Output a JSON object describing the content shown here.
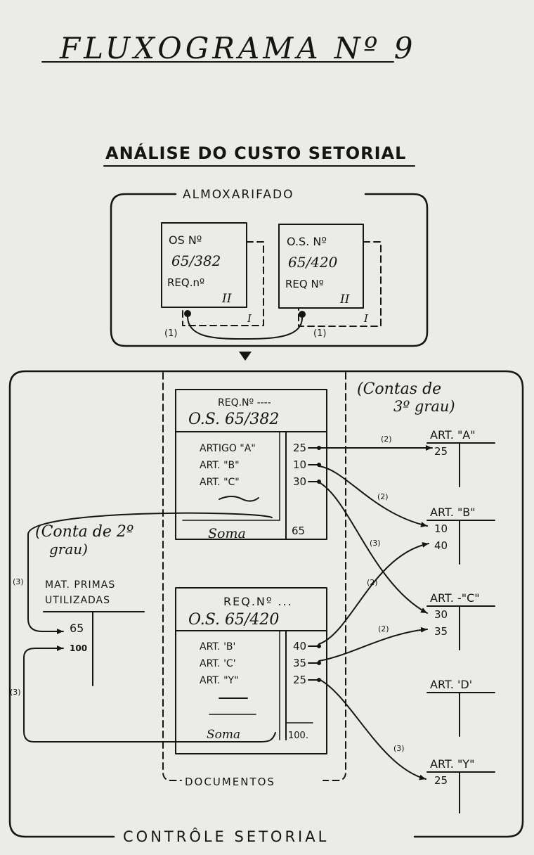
{
  "title": "FLUXOGRAMA Nº 9",
  "subtitle": "ANÁLISE DO CUSTO SETORIAL",
  "almoxarifado": {
    "label": "ALMOXARIFADO",
    "doc1": {
      "line1": "OS Nº",
      "line2": "65/382",
      "line3": "REQ.nº",
      "copy2": "II",
      "copy1": "I",
      "marker": "(1)"
    },
    "doc2": {
      "line1": "O.S. Nº",
      "line2": "65/420",
      "line3": "REQ Nº",
      "copy2": "II",
      "copy1": "I",
      "marker": "(1)"
    }
  },
  "documentos": {
    "label": "DOCUMENTOS",
    "req1": {
      "header1": "REQ.Nº ----",
      "header2": "O.S. 65/382",
      "items": [
        {
          "name": "ARTIGO \"A\"",
          "value": "25"
        },
        {
          "name": "ART. \"B\"",
          "value": "10"
        },
        {
          "name": "ART. \"C\"",
          "value": "30"
        }
      ],
      "soma_label": "Soma",
      "soma_value": "65"
    },
    "req2": {
      "header1": "REQ.Nº ...",
      "header2": "O.S. 65/420",
      "items": [
        {
          "name": "ART. 'B'",
          "value": "40"
        },
        {
          "name": "ART. 'C'",
          "value": "35"
        },
        {
          "name": "ART. \"Y\"",
          "value": "25"
        }
      ],
      "soma_label": "Soma",
      "soma_value": "100."
    }
  },
  "conta_2": {
    "title1": "(Conta de 2º",
    "title2": "grau)",
    "account1": "MAT. PRIMAS",
    "account2": "UTILIZADAS",
    "debits": [
      "65",
      "100"
    ]
  },
  "contas_3": {
    "title1": "(Contas de",
    "title2": "3º grau)",
    "accounts": [
      {
        "name": "ART. \"A\"",
        "entries": [
          "25"
        ]
      },
      {
        "name": "ART. \"B\"",
        "entries": [
          "10",
          "40"
        ]
      },
      {
        "name": "ART. -\"C\"",
        "entries": [
          "30",
          "35"
        ]
      },
      {
        "name": "ART. 'D'",
        "entries": []
      },
      {
        "name": "ART. \"Y\"",
        "entries": [
          "25"
        ]
      }
    ]
  },
  "flow_markers": {
    "two": "(2)",
    "three": "(3)"
  },
  "footer": "CONTRÔLE SETORIAL",
  "colors": {
    "ink": "#151515",
    "paper": "#ebebe7"
  }
}
